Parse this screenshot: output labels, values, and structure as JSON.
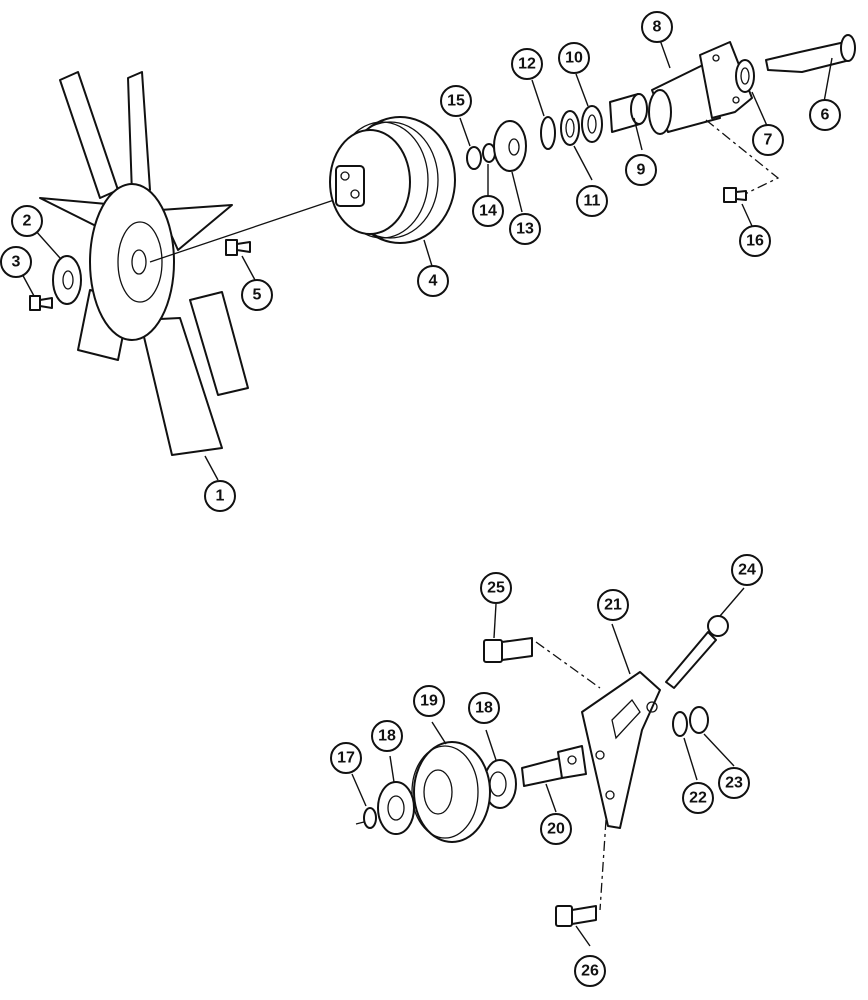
{
  "callouts": {
    "c1": "1",
    "c2": "2",
    "c3": "3",
    "c4": "4",
    "c5": "5",
    "c6": "6",
    "c7": "7",
    "c8": "8",
    "c9": "9",
    "c10": "10",
    "c11": "11",
    "c12": "12",
    "c13": "13",
    "c14": "14",
    "c15": "15",
    "c16": "16",
    "c17": "17",
    "c18a": "18",
    "c18b": "18",
    "c19": "19",
    "c20": "20",
    "c21": "21",
    "c22": "22",
    "c23": "23",
    "c24": "24",
    "c25": "25",
    "c26": "26"
  }
}
